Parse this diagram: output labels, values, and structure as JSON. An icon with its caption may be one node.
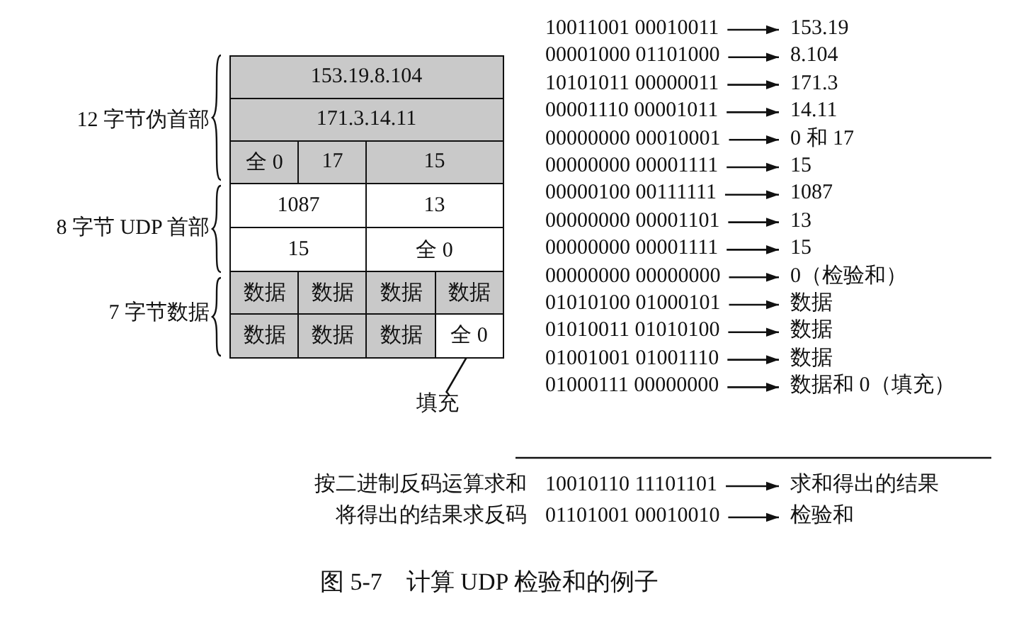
{
  "diagram": {
    "caption": "图 5-7　计算 UDP 检验和的例子",
    "nodes": [
      {
        "text": [
          "153.19.8.104"
        ]
      },
      {
        "text": [
          "171.3.14.11"
        ]
      },
      {
        "text": [
          "全 0"
        ]
      },
      {
        "text": [
          "17"
        ]
      },
      {
        "text": [
          "15"
        ]
      },
      {
        "text": [
          "1087"
        ]
      },
      {
        "text": [
          "13"
        ]
      },
      {
        "text": [
          "15"
        ]
      },
      {
        "text": [
          "全 0"
        ]
      },
      {
        "text": [
          "数据"
        ]
      },
      {
        "text": [
          "数据"
        ]
      },
      {
        "text": [
          "数据"
        ]
      },
      {
        "text": [
          "数据"
        ]
      },
      {
        "text": [
          "数据"
        ]
      },
      {
        "text": [
          "数据"
        ]
      },
      {
        "text": [
          "数据"
        ]
      },
      {
        "text": [
          "全 0"
        ]
      },
      {
        "text": [
          "填充"
        ]
      },
      {
        "text": [
          "10011001 00010011"
        ]
      },
      {
        "text": [
          "153.19"
        ]
      },
      {
        "text": [
          "00001000 01101000"
        ]
      },
      {
        "text": [
          "8.104"
        ]
      },
      {
        "text": [
          "10101011 00000011"
        ]
      },
      {
        "text": [
          "171.3"
        ]
      },
      {
        "text": [
          "00001110 00001011"
        ]
      },
      {
        "text": [
          "14.11"
        ]
      },
      {
        "text": [
          "00000000 00010001"
        ]
      },
      {
        "text": [
          "0 和 17"
        ]
      },
      {
        "text": [
          "00000000 00001111"
        ]
      },
      {
        "text": [
          "15"
        ]
      },
      {
        "text": [
          "00000100 00111111"
        ]
      },
      {
        "text": [
          "1087"
        ]
      },
      {
        "text": [
          "00000000 00001101"
        ]
      },
      {
        "text": [
          "13"
        ]
      },
      {
        "text": [
          "00000000 00001111"
        ]
      },
      {
        "text": [
          "15"
        ]
      },
      {
        "text": [
          "00000000 00000000"
        ]
      },
      {
        "text": [
          "0（检验和）"
        ]
      },
      {
        "text": [
          "01010100 01000101"
        ]
      },
      {
        "text": [
          "数据"
        ]
      },
      {
        "text": [
          "01010011 01010100"
        ]
      },
      {
        "text": [
          "数据"
        ]
      },
      {
        "text": [
          "01001001 01001110"
        ]
      },
      {
        "text": [
          "数据"
        ]
      },
      {
        "text": [
          "01000111 00000000"
        ]
      },
      {
        "text": [
          "数据和 0（填充）"
        ]
      },
      {
        "text": [
          "10010110 11101101"
        ]
      },
      {
        "text": [
          "求和得出的结果"
        ]
      },
      {
        "text": [
          "01101001 00010010"
        ]
      },
      {
        "text": [
          "检验和"
        ]
      }
    ],
    "edges": [
      {
        "from": 17,
        "to": 16,
        "arrow": "none"
      },
      {
        "from": 18,
        "to": 19,
        "arrow": "to"
      },
      {
        "from": 20,
        "to": 21,
        "arrow": "to"
      },
      {
        "from": 22,
        "to": 23,
        "arrow": "to"
      },
      {
        "from": 24,
        "to": 25,
        "arrow": "to"
      },
      {
        "from": 26,
        "to": 27,
        "arrow": "to"
      },
      {
        "from": 28,
        "to": 29,
        "arrow": "to"
      },
      {
        "from": 30,
        "to": 31,
        "arrow": "to"
      },
      {
        "from": 32,
        "to": 33,
        "arrow": "to"
      },
      {
        "from": 34,
        "to": 35,
        "arrow": "to"
      },
      {
        "from": 36,
        "to": 37,
        "arrow": "to"
      },
      {
        "from": 38,
        "to": 39,
        "arrow": "to"
      },
      {
        "from": 40,
        "to": 41,
        "arrow": "to"
      },
      {
        "from": 42,
        "to": 43,
        "arrow": "to"
      },
      {
        "from": 44,
        "to": 45,
        "arrow": "to"
      },
      {
        "from": 46,
        "to": 47,
        "arrow": "to"
      },
      {
        "from": 48,
        "to": 49,
        "arrow": "to"
      }
    ],
    "labels": [
      "12 字节伪首部",
      "8 字节 UDP 首部",
      "7 字节数据",
      "按二进制反码运算求和",
      "将得出的结果求反码"
    ]
  }
}
